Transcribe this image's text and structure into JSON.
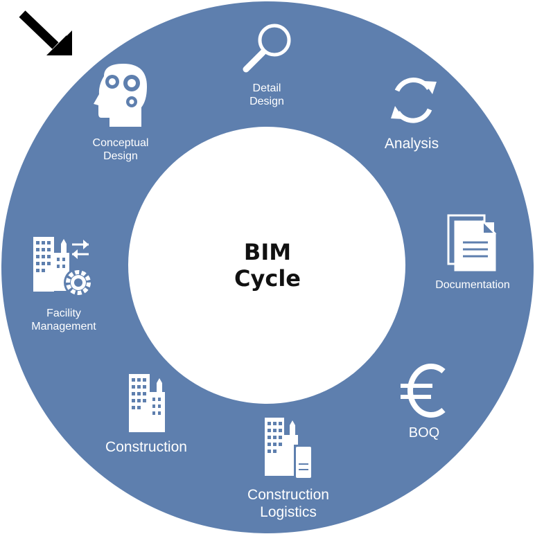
{
  "diagram": {
    "center": {
      "line1": "BIM",
      "line2": "Cycle"
    },
    "stages": {
      "conceptual_design": {
        "line1": "Conceptual",
        "line2": "Design",
        "icon": "brain-gears-icon"
      },
      "detail_design": {
        "line1": "Detail",
        "line2": "Design",
        "icon": "magnifier-icon"
      },
      "analysis": {
        "line1": "Analysis",
        "icon": "cycle-arrows-icon"
      },
      "documentation": {
        "line1": "Documentation",
        "icon": "documents-icon"
      },
      "boq": {
        "line1": "BOQ",
        "icon": "euro-icon"
      },
      "construction_logistics": {
        "line1": "Construction",
        "line2": "Logistics",
        "icon": "building-logistics-icon"
      },
      "construction": {
        "line1": "Construction",
        "icon": "building-icon"
      },
      "facility_management": {
        "line1": "Facility",
        "line2": "Management",
        "icon": "building-gear-icon"
      }
    },
    "pointer": {
      "icon": "arrow-pointer-icon"
    },
    "colors": {
      "ring": "#5e7fae",
      "inner": "#ffffff",
      "text": "#ffffff",
      "center_text": "#111111",
      "arrow": "#000000"
    }
  }
}
